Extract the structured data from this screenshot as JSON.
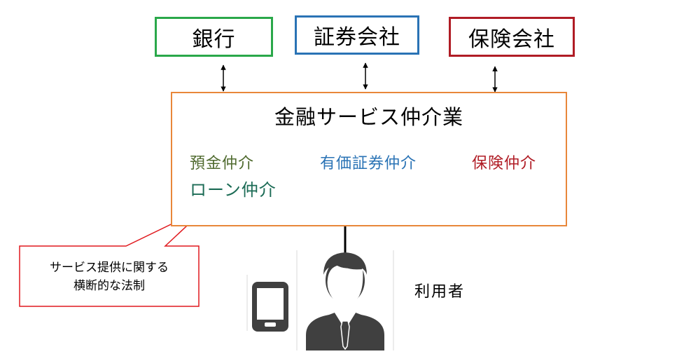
{
  "institutions": {
    "bank": "銀行",
    "securities": "証券会社",
    "insurance": "保険会社"
  },
  "intermediary": {
    "title": "金融サービス仲介業",
    "deposit": "預金仲介",
    "loan": "ローン仲介",
    "securities": "有価証券仲介",
    "insurance": "保険仲介"
  },
  "callout": {
    "line1": "サービス提供に関する",
    "line2": "横断的な法制"
  },
  "user": {
    "label": "利用者"
  },
  "icons": [
    "tablet-icon",
    "businessman-icon"
  ],
  "colors": {
    "bank": "#2aa84a",
    "securities": "#2a73b5",
    "insurance": "#b01c25",
    "intermediary_border": "#e8873a",
    "callout_border": "#e0191e",
    "deposit_text": "#4f6a2e",
    "loan_text": "#1b6b55",
    "icon_fill": "#404040"
  }
}
